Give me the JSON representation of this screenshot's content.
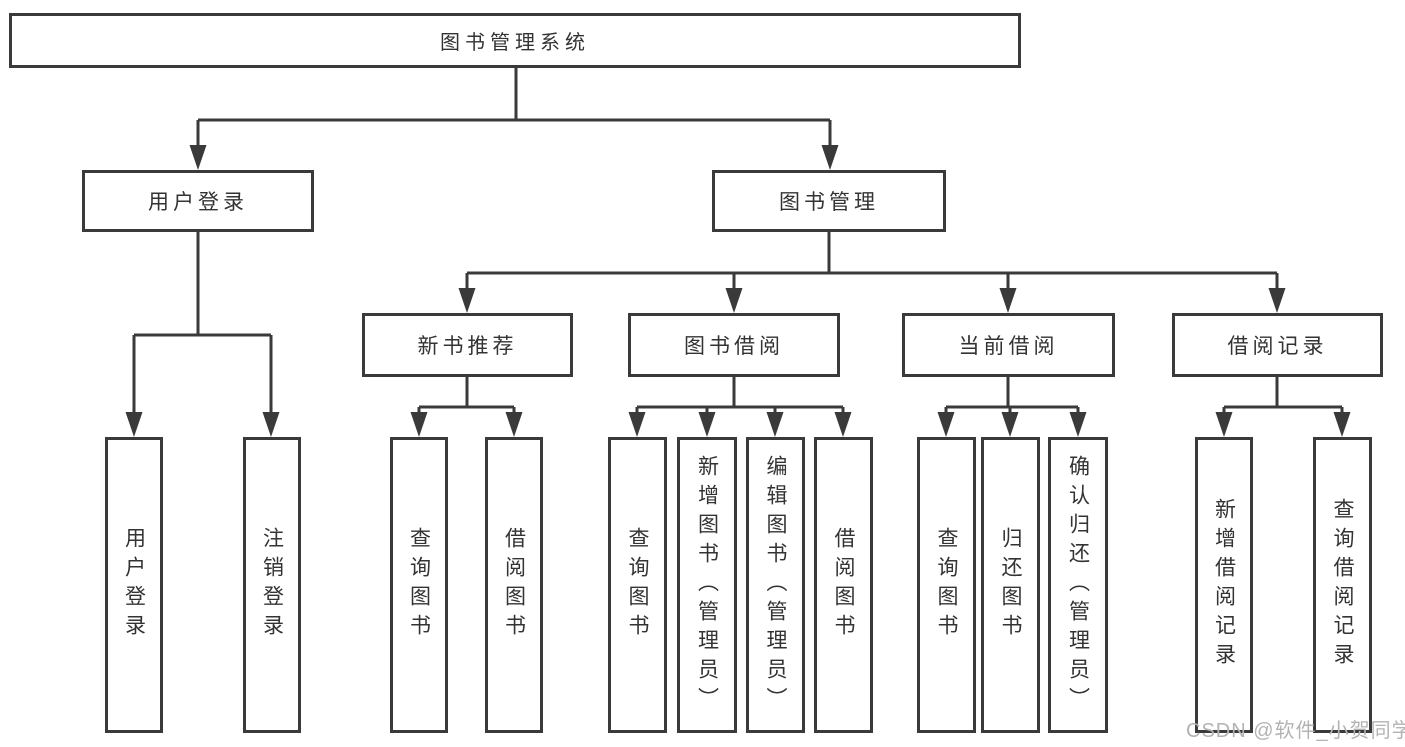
{
  "diagram": {
    "type": "hierarchy-tree",
    "title": "图书管理系统",
    "nodes": {
      "root": {
        "label": "图书管理系统"
      },
      "level2": [
        {
          "label": "用户登录"
        },
        {
          "label": "图书管理"
        }
      ],
      "level3": [
        {
          "label": "新书推荐",
          "parent": "图书管理"
        },
        {
          "label": "图书借阅",
          "parent": "图书管理"
        },
        {
          "label": "当前借阅",
          "parent": "图书管理"
        },
        {
          "label": "借阅记录",
          "parent": "图书管理"
        }
      ],
      "leaves": [
        {
          "label": "用户登录",
          "parent": "用户登录"
        },
        {
          "label": "注销登录",
          "parent": "用户登录"
        },
        {
          "label": "查询图书",
          "parent": "新书推荐"
        },
        {
          "label": "借阅图书",
          "parent": "新书推荐"
        },
        {
          "label": "查询图书",
          "parent": "图书借阅"
        },
        {
          "label": "新增图书（管理员）",
          "parent": "图书借阅"
        },
        {
          "label": "编辑图书（管理员）",
          "parent": "图书借阅"
        },
        {
          "label": "借阅图书",
          "parent": "图书借阅"
        },
        {
          "label": "查询图书",
          "parent": "当前借阅"
        },
        {
          "label": "归还图书",
          "parent": "当前借阅"
        },
        {
          "label": "确认归还（管理员）",
          "parent": "当前借阅"
        },
        {
          "label": "新增借阅记录",
          "parent": "借阅记录"
        },
        {
          "label": "查询借阅记录",
          "parent": "借阅记录"
        }
      ]
    },
    "colors": {
      "line": "#3a3a3a",
      "text": "#333333",
      "background": "#ffffff",
      "watermark": "#b3b3b3"
    }
  },
  "watermark": {
    "text": "CSDN @软件_小贺同学"
  }
}
